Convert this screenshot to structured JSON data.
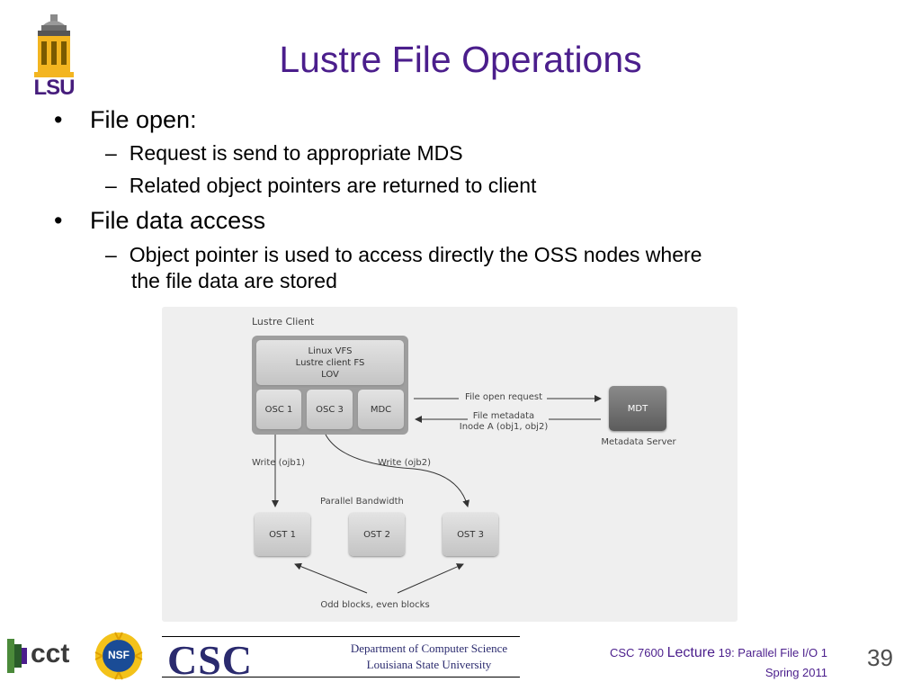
{
  "slide": {
    "title": "Lustre File Operations",
    "bullets": [
      {
        "text": "File open:",
        "subs": [
          "Request is send to appropriate MDS",
          "Related object pointers are returned to client"
        ]
      },
      {
        "text": "File data access",
        "subs": [
          "Object pointer is used to access directly the OSS nodes where the file data are stored"
        ]
      }
    ],
    "bullet_marker": "•",
    "sub_marker": "–",
    "sub_last_line2": "the file data are stored",
    "sub_last_line1": "Object pointer is used to access directly the OSS nodes where"
  },
  "diagram": {
    "client_label": "Lustre Client",
    "stack_lines": [
      "Linux VFS",
      "Lustre client FS",
      "LOV"
    ],
    "osc1": "OSC 1",
    "osc3": "OSC 3",
    "mdc": "MDC",
    "open_request": "File open request",
    "file_metadata": "File metadata",
    "inode": "Inode A (obj1, obj2)",
    "mdt": "MDT",
    "metadata_server": "Metadata Server",
    "write1": "Write (ojb1)",
    "write2": "Write (ojb2)",
    "parallel_bandwidth": "Parallel Bandwidth",
    "ost1": "OST 1",
    "ost2": "OST 2",
    "ost3": "OST 3",
    "blocks": "Odd blocks, even blocks"
  },
  "footer": {
    "csc": "CSC",
    "dept_line1": "Department of Computer Science",
    "dept_line2": "Louisiana State University",
    "course_code": "CSC 7600",
    "lecture_word": "Lecture",
    "lecture_rest": "19: Parallel File I/O 1",
    "term": "Spring 2011",
    "page": "39",
    "lsu_logo_text": "LSU",
    "cct_logo_text": "cct",
    "nsf_logo_text": "NSF"
  },
  "colors": {
    "title": "#4b1e8c",
    "lsu_gold": "#f3b520",
    "lsu_purple": "#461d7c",
    "nsf_blue": "#1a4c96",
    "csc_navy": "#2a2a6e"
  }
}
